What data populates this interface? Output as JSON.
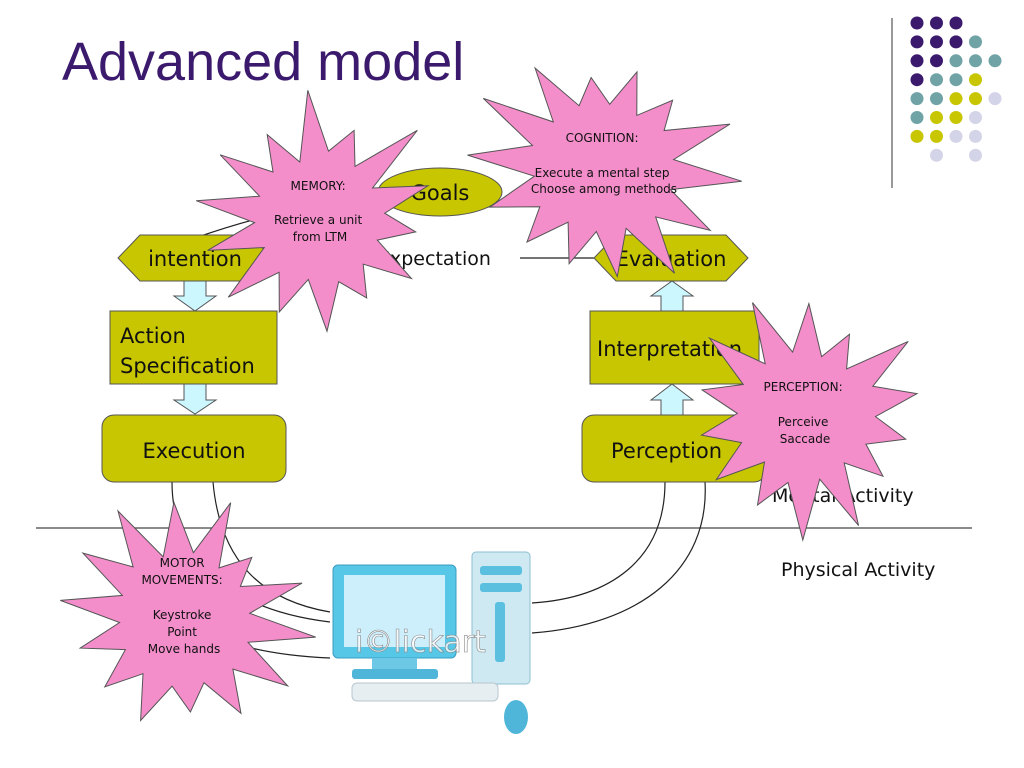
{
  "title": "Advanced model",
  "nodes": {
    "goals": "Goals",
    "intention": "intention",
    "action_specification_line1": "Action",
    "action_specification_line2": "Specification",
    "execution": "Execution",
    "expectation": "Expectation",
    "evaluation": "Evaluation",
    "interpretation": "Interpretation",
    "perception": "Perception"
  },
  "regions": {
    "mental": "Mental Activity",
    "physical": "Physical Activity"
  },
  "callouts": {
    "memory": [
      "MEMORY:",
      "",
      "Retrieve a unit",
      "from LTM"
    ],
    "cognition": [
      "COGNITION:",
      "",
      "Execute a mental step",
      "Choose among methods"
    ],
    "perception": [
      "PERCEPTION:",
      "",
      "Perceive",
      "Saccade"
    ],
    "motor": [
      "MOTOR",
      "MOVEMENTS:",
      "",
      "Keystroke",
      "Point",
      "Move hands"
    ]
  },
  "computer_watermark": "i©lickart",
  "colors": {
    "title": "#3b1a6e",
    "box_fill": "#c7c600",
    "burst_fill": "#f48ecb",
    "arrow_fill": "#ccf7ff",
    "dot_purple": "#3b1a6e",
    "dot_teal": "#6fa3a6",
    "dot_olive": "#c7c600",
    "dot_lavender": "#d4d4e8"
  },
  "decoration_dot_grid": [
    [
      "purple",
      "purple",
      "purple",
      "none",
      "none"
    ],
    [
      "purple",
      "purple",
      "purple",
      "teal",
      "none"
    ],
    [
      "purple",
      "purple",
      "teal",
      "teal",
      "teal"
    ],
    [
      "purple",
      "teal",
      "teal",
      "olive",
      "none"
    ],
    [
      "teal",
      "teal",
      "olive",
      "olive",
      "lavender"
    ],
    [
      "teal",
      "olive",
      "olive",
      "lavender",
      "none"
    ],
    [
      "olive",
      "olive",
      "lavender",
      "lavender",
      "none"
    ],
    [
      "none",
      "lavender",
      "none",
      "lavender",
      "none"
    ]
  ]
}
